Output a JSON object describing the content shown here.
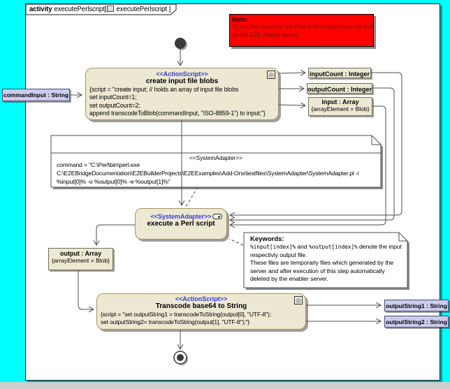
{
  "frame": {
    "keyword": "activity",
    "name_part": "executePerlscript[",
    "diagram_part": "executePerlscript ]"
  },
  "notes": {
    "red": {
      "title": "Note:",
      "line1": "To run this example the Perl environment must be installed",
      "line2": "on the E2E Bridge server."
    },
    "adapter": {
      "stereotype": "<<SystemAdapter>>",
      "line1": "command = \"C:\\Perl\\bin\\perl.exe",
      "line2": "C:\\E2EBridgeDocumentation\\E2EBuilderProjects\\E2EExamples\\Add-Ons\\testfiles\\SystemAdapter\\SystemAdapter.pl -i",
      "line3": "%input[0]% -o %output[0]% -e %output[1]%\""
    },
    "keywords": {
      "title": "Keywords:",
      "kw1": "%input[index]%",
      "mid": " and ",
      "kw2": "%output[index]%",
      "tail": " denote the input",
      "line2": "respectivly output file.",
      "line3": "These files are temporarly files which generated by the",
      "line4": "server and after execution of this step automatically",
      "line5": "deleted by the enabler server."
    }
  },
  "actions": {
    "create": {
      "stereotype": "<<ActionScript>>",
      "name": "create input file blobs",
      "body1": "{script = \"create input; // holds an array of input file blobs",
      "body2": "set inputCount=1;",
      "body3": "set outputCount=2;",
      "body4": "append transcodeToBlob(commandInput, \"ISO-8859-1\") to input;\"}"
    },
    "execute": {
      "stereotype": "<<SystemAdapter>>",
      "name": "execute a Perl script"
    },
    "transcode": {
      "stereotype": "<<ActionScript>>",
      "name": "Transcode base64 to String",
      "body1": "{script = \"set outputString1 = transcodeToString(output[0], \"UTF-8\");",
      "body2": "set outputString2= transcodeToString(output[1], \"UTF-8\");\"}"
    }
  },
  "objects": {
    "command_input": "commandInput : String",
    "input_count": "inputCount : Integer",
    "output_count": "outputCount : Integer",
    "input_name": "input : Array",
    "input_constraint": "{arrayElement = Blob}",
    "output_name": "output : Array",
    "output_constraint": "{arrayElement = Blob}",
    "output_string1": "outputString1 : String",
    "output_string2": "outputString2 : String"
  },
  "colors": {
    "canvas": "#00ffff",
    "action_fill": "#ece8d2",
    "action_border": "#a5945e",
    "pin_fill": "#ccccee",
    "note_red_fill": "#ff0000",
    "stereotype_blue": "#3b3bd1",
    "line": "#4d4d4d"
  }
}
